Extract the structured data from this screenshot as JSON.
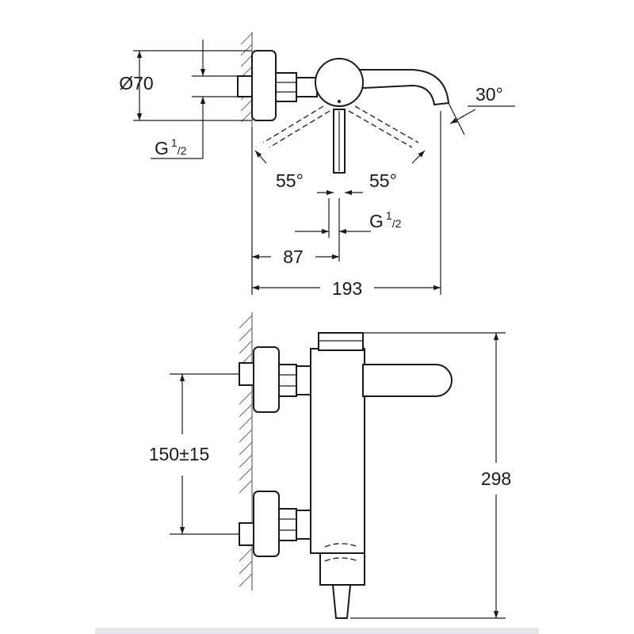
{
  "dimensions": {
    "diameter": "Ø70",
    "thread_left": {
      "main": "G",
      "sup": "1",
      "sub": "/2"
    },
    "thread_bottom": {
      "main": "G",
      "sup": "1",
      "sub": "/2"
    },
    "angle_left": "55°",
    "angle_right": "55°",
    "angle_spout": "30°",
    "width_87": "87",
    "width_193": "193",
    "spacing": "150±15",
    "height": "298"
  },
  "colors": {
    "line": "#1a1a1a",
    "hatch": "#666666",
    "background": "#ffffff"
  }
}
